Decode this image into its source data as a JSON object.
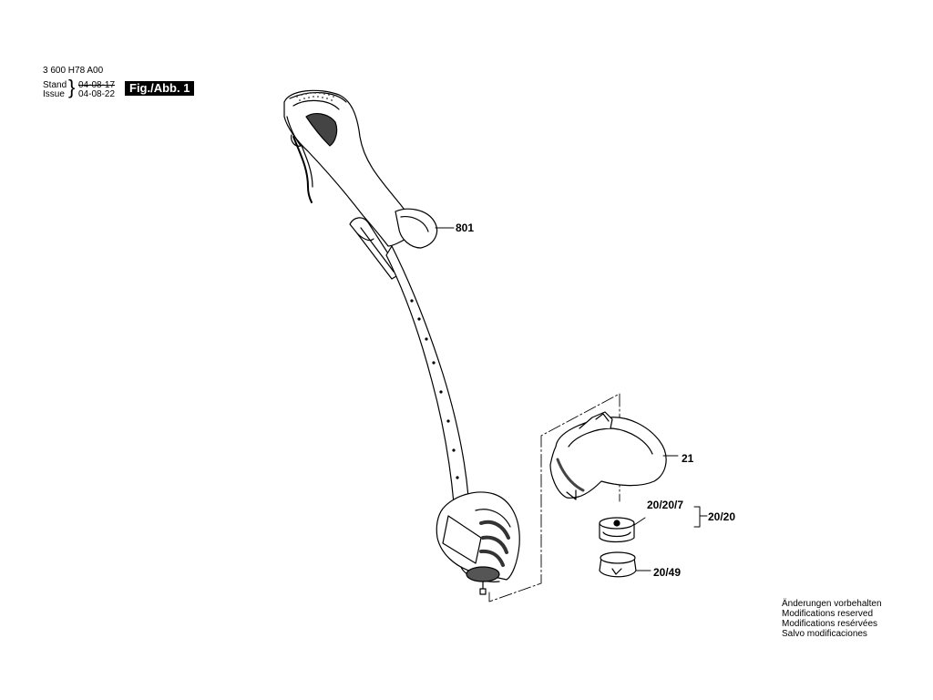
{
  "header": {
    "doc_number": "3 600 H78 A00",
    "stand_label": "Stand",
    "issue_label": "Issue",
    "stand_date": "04-08-17",
    "issue_date": "04-08-22",
    "figure_label": "Fig./Abb. 1"
  },
  "parts": {
    "p801": "801",
    "p21": "21",
    "p20_20_7": "20/20/7",
    "p20_20": "20/20",
    "p20_49": "20/49"
  },
  "notes": [
    "Änderungen vorbehalten",
    "Modifications reserved",
    "Modifications resérvées",
    "Salvo modificaciones"
  ]
}
